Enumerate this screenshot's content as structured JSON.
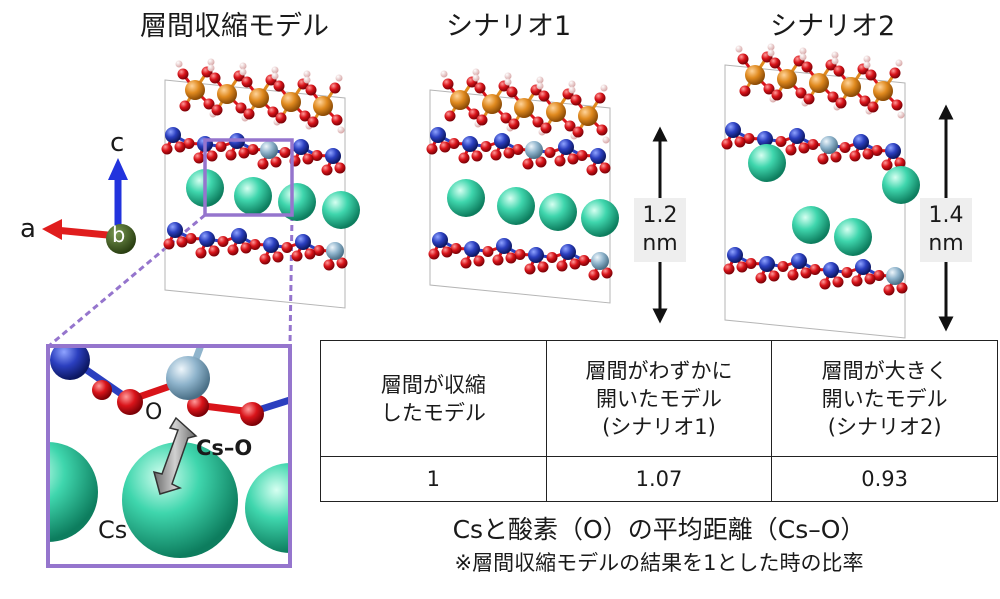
{
  "titles": {
    "contracted": "層間収縮モデル",
    "scenario1": "シナリオ1",
    "scenario2": "シナリオ2"
  },
  "axes": {
    "a": "a",
    "b": "b",
    "c": "c"
  },
  "spacing": {
    "scenario1": {
      "value": "1.2",
      "unit": "nm"
    },
    "scenario2": {
      "value": "1.4",
      "unit": "nm"
    }
  },
  "inset": {
    "oxygen_label": "O",
    "cesium_label": "Cs",
    "bond_label": "Cs–O"
  },
  "table": {
    "headers": [
      [
        "層間が収縮",
        "したモデル"
      ],
      [
        "層間がわずかに",
        "開いたモデル",
        "(シナリオ1)"
      ],
      [
        "層間が大きく",
        "開いたモデル",
        "(シナリオ2)"
      ]
    ],
    "values": [
      "1",
      "1.07",
      "0.93"
    ]
  },
  "caption": {
    "main": "Csと酸素（O）の平均距離（Cs–O）",
    "note": "※層間収縮モデルの結果を1とした時の比率"
  },
  "colors": {
    "cs": "#3fd6ad",
    "oxygen": "#d9141a",
    "silicon": "#2b3fbf",
    "aluminum": "#8fb4cc",
    "iron": "#e08a1f",
    "hydrogen": "#f4d8d8",
    "box": "#9575cd",
    "axis_a": "#e01d1d",
    "axis_c": "#2233dd",
    "axis_b": "#3c5a1e"
  }
}
